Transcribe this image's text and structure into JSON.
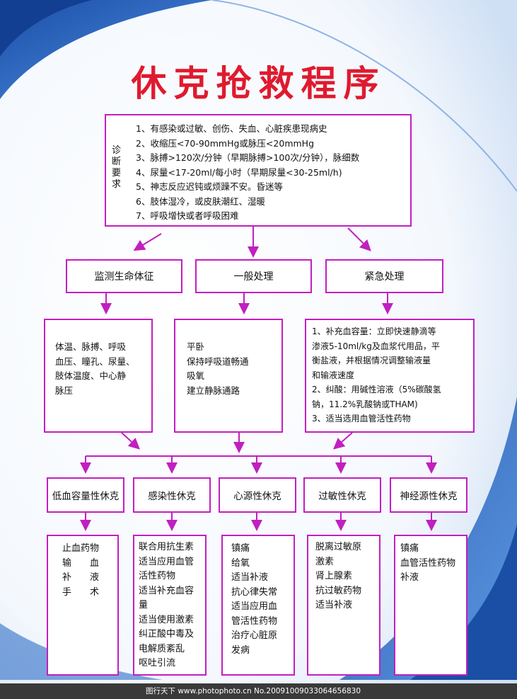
{
  "title": "休克抢救程序",
  "diagnosis": {
    "label": "诊断要求",
    "criteria": [
      "1、有感染或过敏、创伤、失血、心脏疾患现病史",
      "2、收缩压<70-90mmHg或脉压<20mmHg",
      "3、脉搏>120次/分钟（早期脉搏>100次/分钟），脉细数",
      "4、尿量<17-20ml/每小时（早期尿量<30-25ml/h)",
      "5、神志反应迟钝或烦躁不安。昏迷等",
      "6、肢体湿冷，或皮肤潮红、湿暖",
      "7、呼吸增快或者呼吸困难"
    ]
  },
  "actions": [
    {
      "name": "监测生命体征",
      "details": [
        "体温、脉搏、呼吸",
        "血压、瞳孔、尿量、",
        "肢体温度、中心静",
        "脉压"
      ]
    },
    {
      "name": "一般处理",
      "details": [
        "平卧",
        "保持呼吸道畅通",
        "吸氧",
        "建立静脉通路"
      ]
    },
    {
      "name": "紧急处理",
      "details": [
        "1、补充血容量：立即快速静滴等",
        "渗液5-10ml/kg及血浆代用品，平",
        "衡盐液，并根据情况调整输液量",
        "和输液速度",
        "2、纠酸：用碱性溶液（5%碳酸氢",
        "钠，11.2%乳酸钠或THAM)",
        "3、适当选用血管活性药物"
      ]
    }
  ],
  "shock_types": [
    {
      "name": "低血容量性休克",
      "treatments": [
        "止血药物",
        "输　　血",
        "补　　液",
        "手　　术"
      ]
    },
    {
      "name": "感染性休克",
      "treatments": [
        "联合用抗生素",
        "适当应用血管",
        "活性药物",
        "适当补充血容",
        "量",
        "适当使用激素",
        "纠正酸中毒及",
        "电解质紊乱",
        "呕吐引流"
      ]
    },
    {
      "name": "心源性休克",
      "treatments": [
        "镇痛",
        "给氧",
        "适当补液",
        "抗心律失常",
        "适当应用血",
        "管活性药物",
        "治疗心脏原",
        "发病"
      ]
    },
    {
      "name": "过敏性休克",
      "treatments": [
        "脱离过敏原",
        "激素",
        "肾上腺素",
        "抗过敏药物",
        "适当补液"
      ]
    },
    {
      "name": "神经源性休克",
      "treatments": [
        "镇痛",
        "血管活性药物",
        "补液"
      ]
    }
  ],
  "footer": "图行天下  www.photophoto.cn  No.20091009033064656830",
  "colors": {
    "border": "#c21fc0",
    "arrow": "#c21fc0",
    "title": "#e01a2e",
    "wave": "#1f5fb8"
  }
}
